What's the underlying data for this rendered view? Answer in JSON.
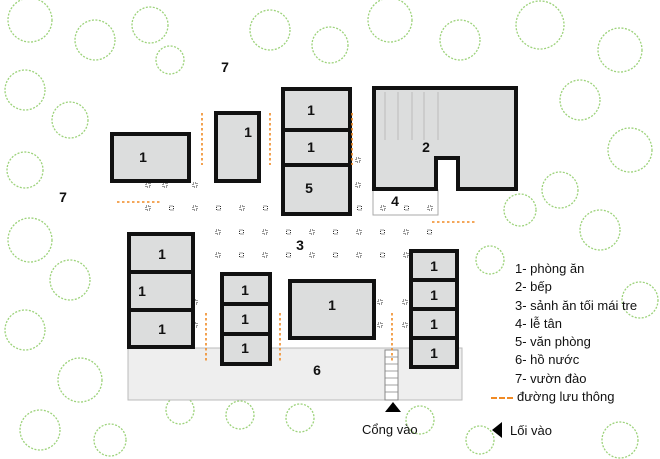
{
  "labels": {
    "dining": "1",
    "kitchen": "2",
    "hall": "3",
    "reception": "4",
    "office": "5",
    "pond": "6",
    "garden": "7"
  },
  "legend": [
    "1- phòng ăn",
    "2- bếp",
    "3- sảnh ăn tối mái tre",
    "4- lễ tân",
    "5- văn phòng",
    "6-  hồ nước",
    "7- vườn đào",
    "đường lưu thông"
  ],
  "gate_label": "Cổng vào",
  "entry_label": "Lối vào",
  "colors": {
    "tree": "#9cd27a",
    "circulation": "#f08a24",
    "room": "#dcdddd"
  }
}
